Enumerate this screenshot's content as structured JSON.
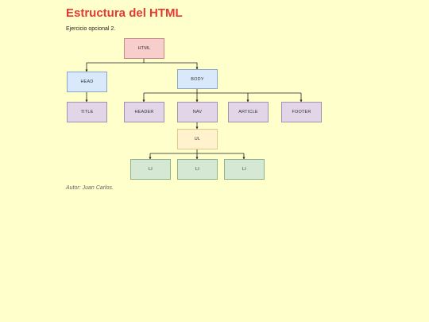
{
  "header": {
    "title": "Estructura del HTML",
    "subtitle": "Ejercicio opcional 2."
  },
  "footer": {
    "author": "Autor: Juan Carlos."
  },
  "diagram": {
    "nodes": {
      "html": "HTML",
      "head": "HEAD",
      "body": "BODY",
      "title": "TITLE",
      "header": "HEADER",
      "nav": "NAV",
      "article": "ARTICLE",
      "footer": "FOOTER",
      "ul": "UL",
      "li_1": "LI",
      "li_2": "LI",
      "li_3": "LI"
    },
    "edges": [
      [
        "html",
        "head"
      ],
      [
        "html",
        "body"
      ],
      [
        "head",
        "title"
      ],
      [
        "body",
        "header"
      ],
      [
        "body",
        "nav"
      ],
      [
        "body",
        "article"
      ],
      [
        "body",
        "footer"
      ],
      [
        "nav",
        "ul"
      ],
      [
        "ul",
        "li_1"
      ],
      [
        "ul",
        "li_2"
      ],
      [
        "ul",
        "li_3"
      ]
    ],
    "colors": {
      "html": "#f8cecc",
      "head_body": "#dae8fc",
      "children": "#e1d5e7",
      "ul": "#fff2cc",
      "li": "#d5e8d4"
    }
  }
}
